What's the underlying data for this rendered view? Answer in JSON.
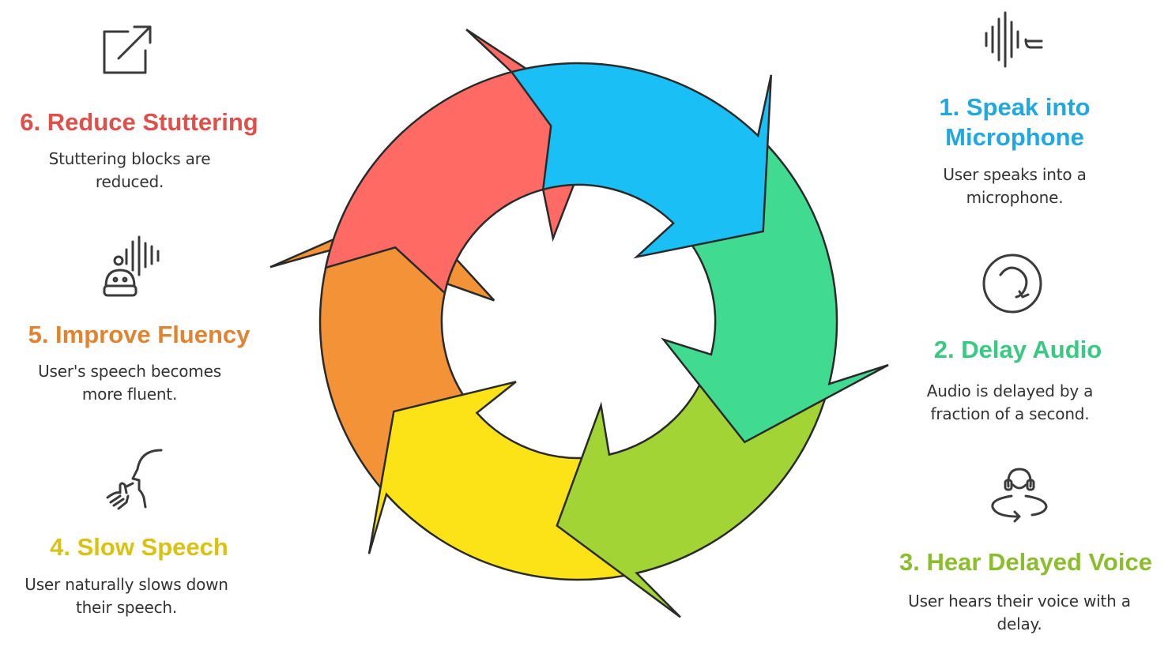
{
  "steps": [
    {
      "id": "speak",
      "title": "1. Speak into Microphone",
      "description": "User speaks into a microphone.",
      "color": "#1ABFF5",
      "icon": "soundwave-icon"
    },
    {
      "id": "delay",
      "title": "2. Delay Audio",
      "description": "Audio is delayed by a fraction of a second.",
      "color": "#40DB90",
      "icon": "delay-clock-icon"
    },
    {
      "id": "hear",
      "title": "3. Hear Delayed Voice",
      "description": "User hears their voice with a delay.",
      "color": "#A2D436",
      "icon": "headphones-head-icon"
    },
    {
      "id": "slow",
      "title": "4. Slow Speech",
      "description": "User naturally slows down their speech.",
      "color": "#FCE318",
      "icon": "speaking-head-hand-icon"
    },
    {
      "id": "fluency",
      "title": "5. Improve Fluency",
      "description": "User's speech becomes more fluent.",
      "color": "#F39237",
      "icon": "voice-assistant-icon"
    },
    {
      "id": "reduce",
      "title": "6. Reduce Stuttering",
      "description": "Stuttering blocks are reduced.",
      "color": "#FF6B64",
      "icon": "expand-arrow-icon"
    }
  ],
  "title_colors": {
    "speak": "#20A8DF",
    "delay": "#38C983",
    "hear": "#8CBD2F",
    "slow": "#D9C212",
    "fluency": "#E1832F",
    "reduce": "#E0504B"
  }
}
